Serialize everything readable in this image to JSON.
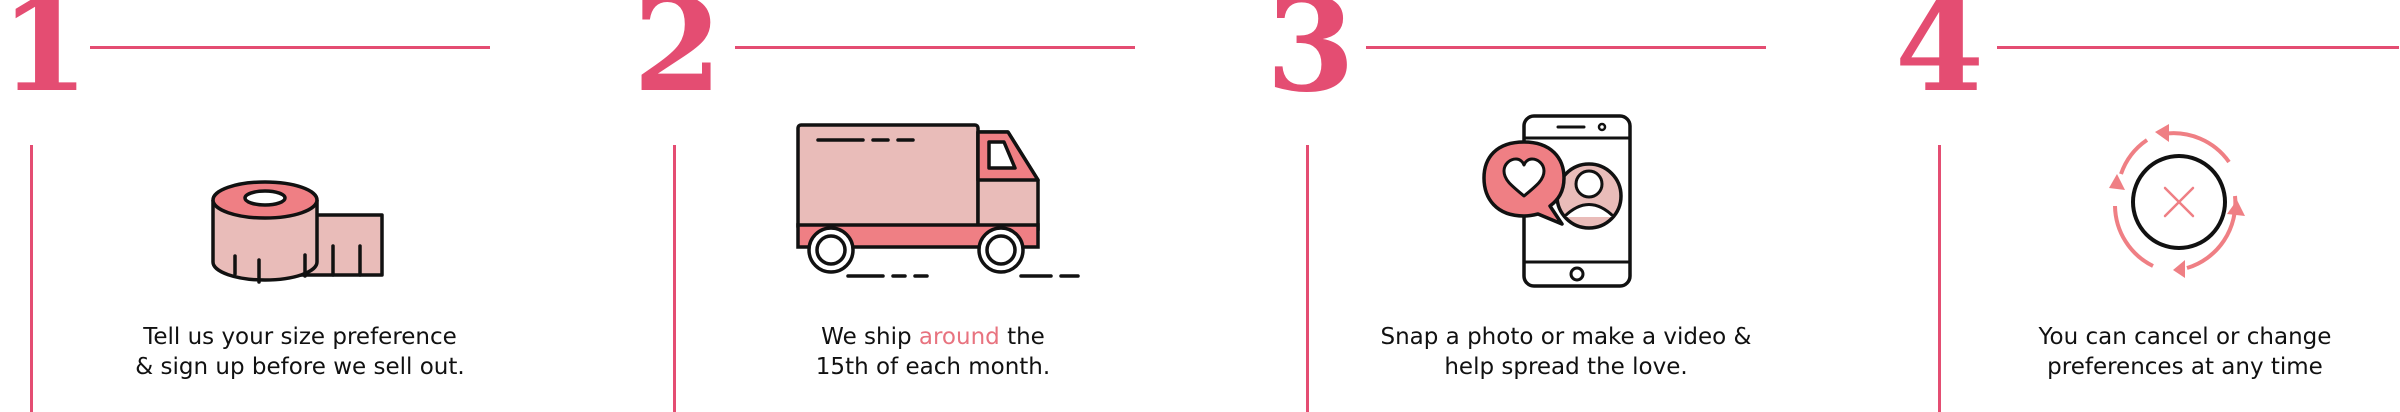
{
  "colors": {
    "accent_pink": "#e44d72",
    "icon_fill_light": "#e9bcb9",
    "icon_fill_mid": "#ef7f84",
    "text": "#111111"
  },
  "steps": [
    {
      "number": "1",
      "icon": "measuring-tape-icon",
      "caption_line1": "Tell us your size preference",
      "caption_line2": "& sign up before we sell out."
    },
    {
      "number": "2",
      "icon": "delivery-truck-icon",
      "caption_line1_pre": "We ship ",
      "caption_line1_highlight": "around",
      "caption_line1_post": " the",
      "caption_line2": "15th of each month."
    },
    {
      "number": "3",
      "icon": "smartphone-photo-love-icon",
      "caption_line1": "Snap a photo or make a video &",
      "caption_line2": "help spread the love."
    },
    {
      "number": "4",
      "icon": "cancel-cycle-icon",
      "caption_line1": "You can cancel or change",
      "caption_line2": "preferences at any time"
    }
  ]
}
